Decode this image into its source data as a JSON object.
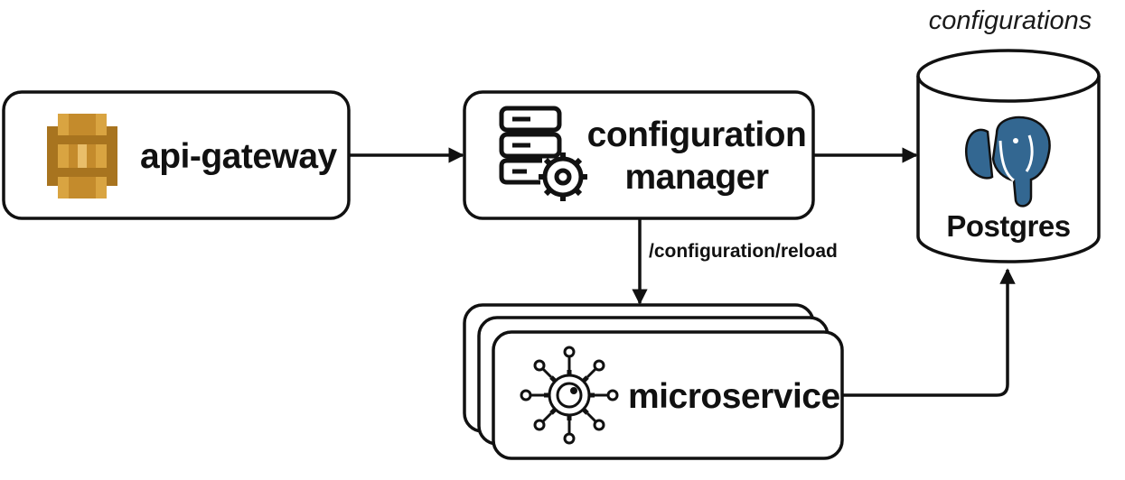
{
  "nodes": {
    "api_gateway": {
      "label": "api-gateway",
      "icon": "api-gateway-icon"
    },
    "configuration_manager": {
      "label_line1": "configuration",
      "label_line2": "manager",
      "icon": "server-gear-icon"
    },
    "microservice": {
      "label": "microservice",
      "icon": "microservice-gear-icon",
      "stacked": true
    },
    "postgres": {
      "label": "Postgres",
      "icon": "postgres-elephant-icon",
      "caption": "configurations"
    }
  },
  "edges": [
    {
      "from": "api-gateway",
      "to": "configuration manager",
      "label": ""
    },
    {
      "from": "configuration manager",
      "to": "Postgres",
      "label": ""
    },
    {
      "from": "configuration manager",
      "to": "microservice",
      "label": "/configuration/reload"
    },
    {
      "from": "microservice",
      "to": "Postgres",
      "label": ""
    }
  ],
  "colors": {
    "stroke": "#111111",
    "aws_gold": "#d9a441",
    "aws_gold_dark": "#a8741f",
    "postgres_blue": "#336791",
    "postgres_light": "#ffffff"
  }
}
